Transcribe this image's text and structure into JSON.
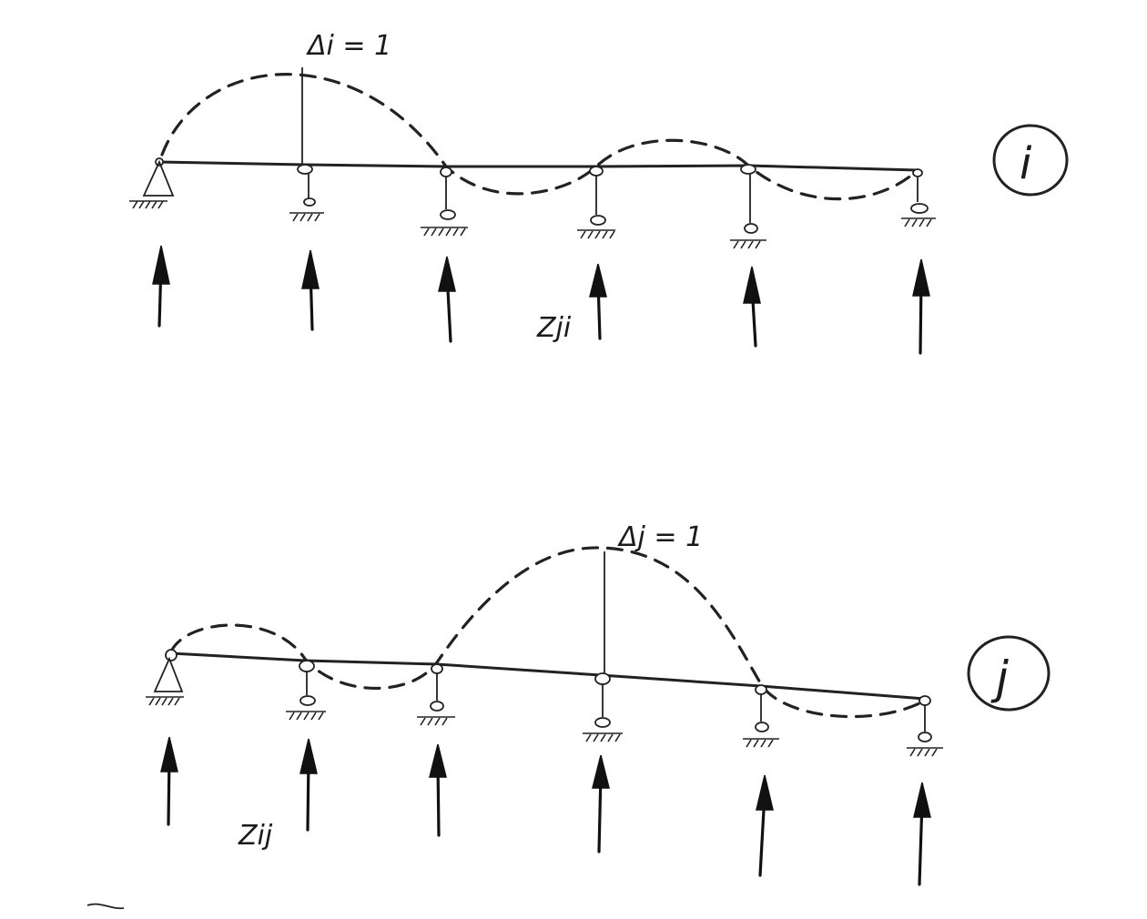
{
  "diagram_i": {
    "deflection_label": "Δi = 1",
    "force_label": "Zji",
    "circle_label": "i"
  },
  "diagram_j": {
    "deflection_label": "Δj = 1",
    "force_label": "Zij",
    "circle_label": "j"
  }
}
